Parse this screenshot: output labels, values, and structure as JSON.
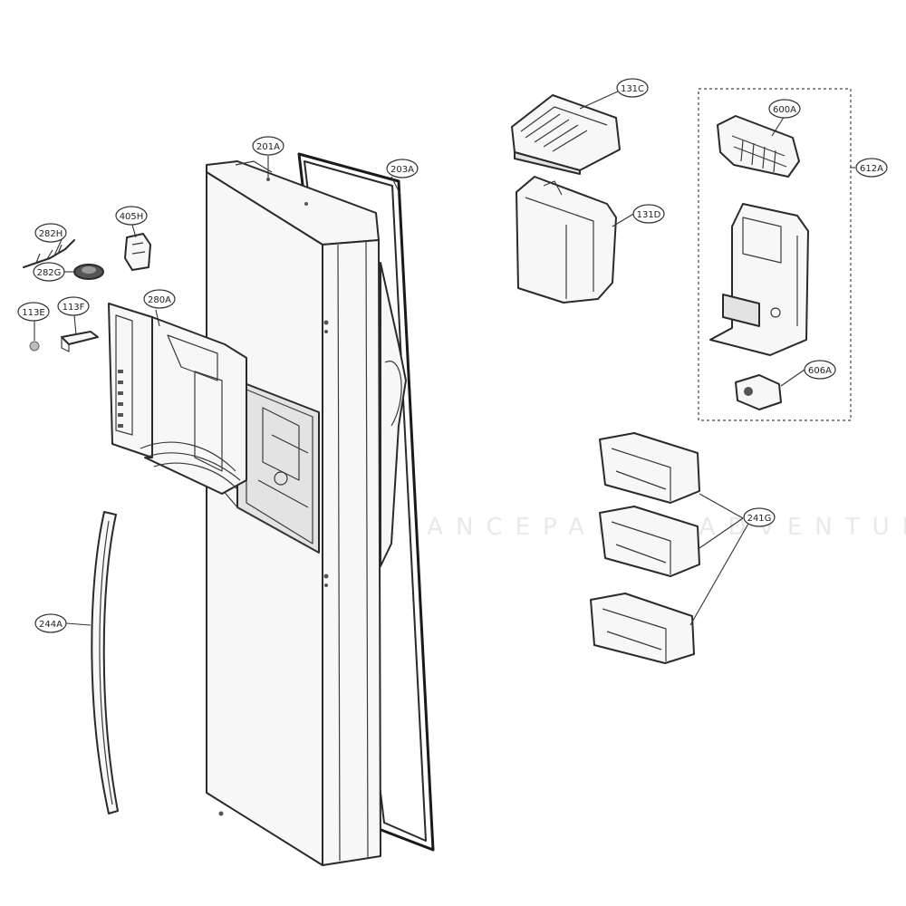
{
  "watermark": "APPLIANCEPARTS ADVENTURES",
  "callouts": [
    {
      "id": "201A",
      "label": "201A"
    },
    {
      "id": "203A",
      "label": "203A"
    },
    {
      "id": "405H",
      "label": "405H"
    },
    {
      "id": "282H",
      "label": "282H"
    },
    {
      "id": "282G",
      "label": "282G"
    },
    {
      "id": "113E",
      "label": "113E"
    },
    {
      "id": "113F",
      "label": "113F"
    },
    {
      "id": "280A",
      "label": "280A"
    },
    {
      "id": "244A",
      "label": "244A"
    },
    {
      "id": "131C",
      "label": "131C"
    },
    {
      "id": "131D",
      "label": "131D"
    },
    {
      "id": "600A",
      "label": "600A"
    },
    {
      "id": "612A",
      "label": "612A"
    },
    {
      "id": "606A",
      "label": "606A"
    },
    {
      "id": "241G",
      "label": "241G"
    }
  ]
}
